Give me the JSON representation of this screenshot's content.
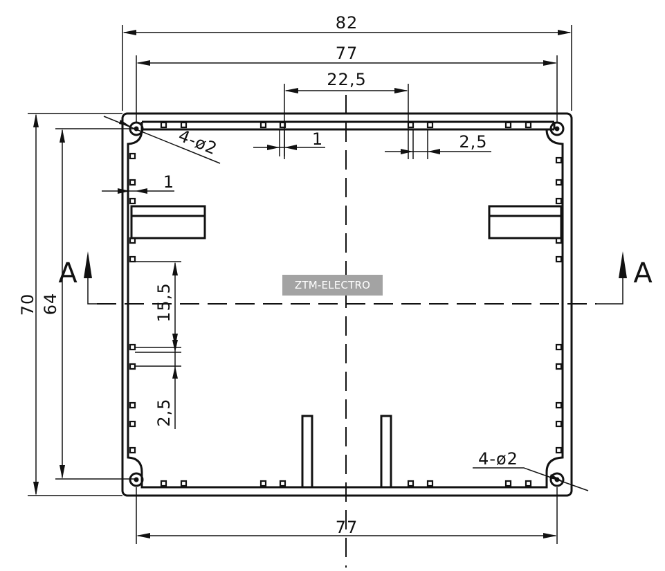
{
  "dimensions": {
    "outer_width": "82",
    "hole_span_top": "77",
    "center_gap": "22,5",
    "pin_small_left": "1",
    "pin_pitch": "2,5",
    "left_edge_pin": "1",
    "hole_label_top": "4-ø2",
    "hole_label_bottom": "4-ø2",
    "outer_height": "70",
    "hole_span_vertical": "64",
    "side_offset": "15,5",
    "side_pitch": "2,5",
    "hole_span_bottom": "77"
  },
  "section": {
    "left_letter": "A",
    "right_letter": "A"
  },
  "watermark": "ZTM-ELECTRO"
}
